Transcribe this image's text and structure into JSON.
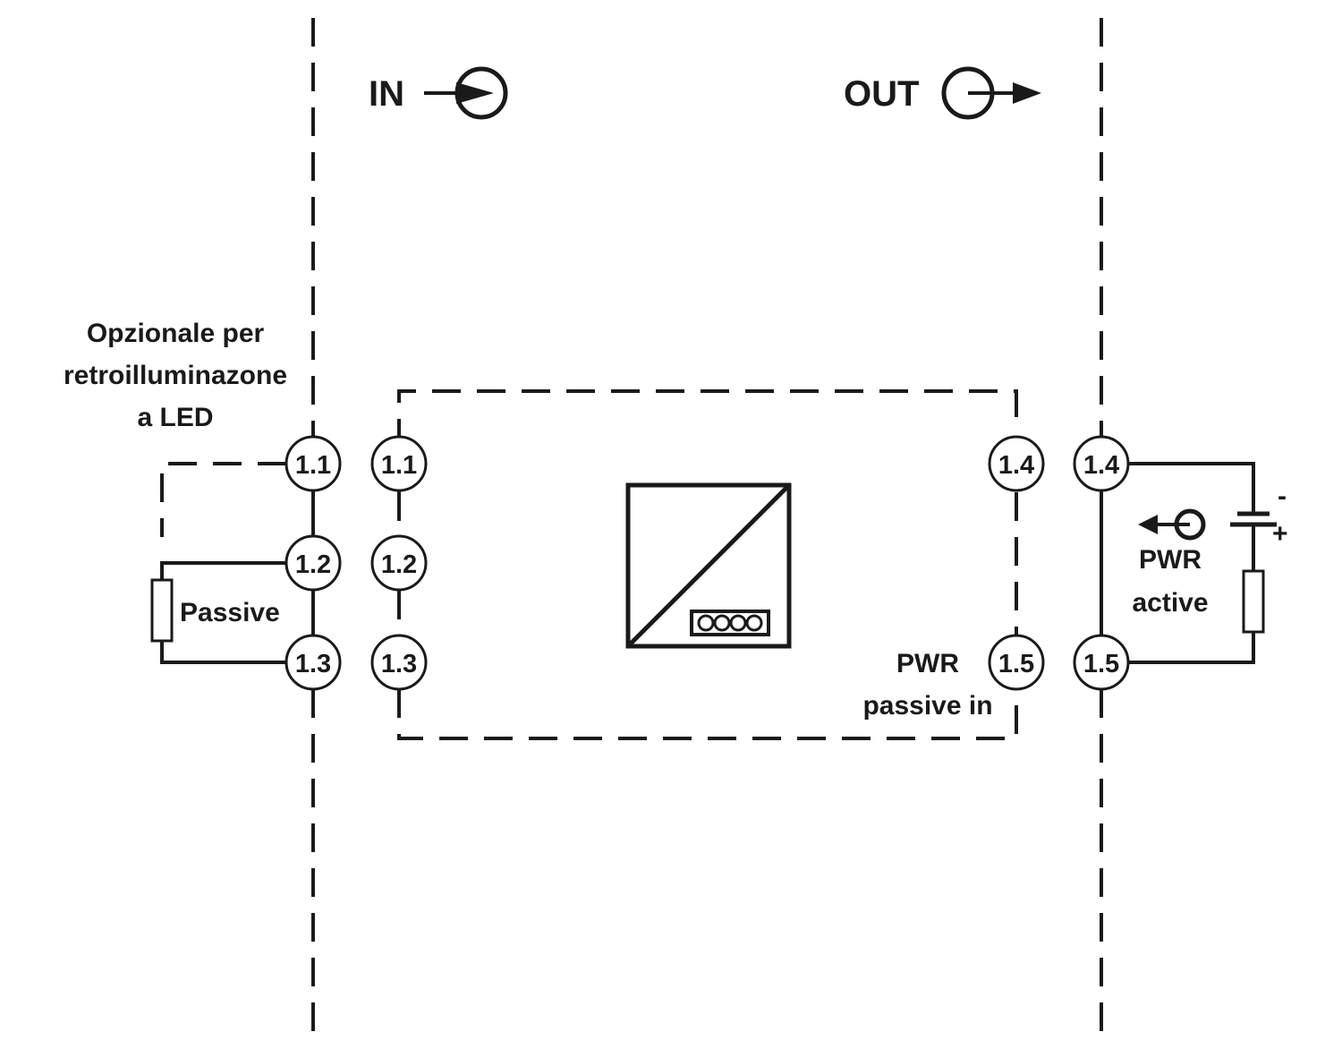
{
  "io": {
    "in_label": "IN",
    "out_label": "OUT"
  },
  "optional_note": {
    "line1": "Opzionale per",
    "line2": "retroilluminazone",
    "line3": "a LED"
  },
  "terminals": {
    "left_outer": [
      "1.1",
      "1.2",
      "1.3"
    ],
    "left_inner": [
      "1.1",
      "1.2",
      "1.3"
    ],
    "right_inner": [
      "1.4",
      "1.5"
    ],
    "right_outer": [
      "1.4",
      "1.5"
    ]
  },
  "labels": {
    "passive": "Passive",
    "pwr_passive_line1": "PWR",
    "pwr_passive_line2": "passive in",
    "pwr_active_line1": "PWR",
    "pwr_active_line2": "active",
    "battery_minus": "-",
    "battery_plus": "+"
  },
  "icons": {
    "in": "arrow-into-circle-icon",
    "out": "arrow-out-of-circle-icon",
    "pwr_active": "arrow-out-of-circle-icon",
    "converter": "signal-converter-icon",
    "resistor": "resistor-icon",
    "battery": "battery-icon"
  }
}
